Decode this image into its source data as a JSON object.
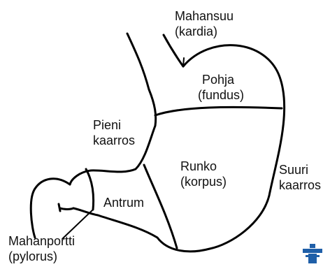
{
  "labels": {
    "cardia": [
      "Mahansuu",
      "(kardia)"
    ],
    "fundus": [
      "Pohja",
      "(fundus)"
    ],
    "lesser_curvature": [
      "Pieni",
      "kaarros"
    ],
    "body": [
      "Runko",
      "(korpus)"
    ],
    "greater_curvature": [
      "Suuri",
      "kaarros"
    ],
    "antrum": [
      "Antrum"
    ],
    "pylorus": [
      "Mahanportti",
      "(pylorus)"
    ]
  },
  "colors": {
    "line": "#000000",
    "logo": "#1f5fa8"
  },
  "logo": {
    "icon": "cross-logo-icon"
  }
}
